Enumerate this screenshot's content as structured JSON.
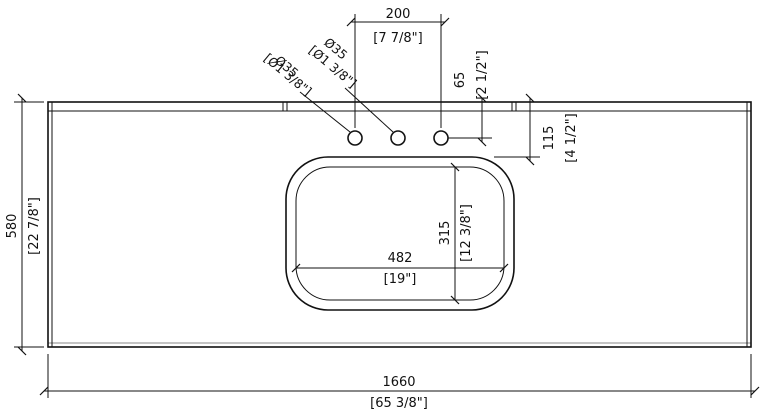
{
  "drawing": {
    "overall_width": {
      "mm": "1660",
      "inch": "[65 3/8\"]"
    },
    "overall_depth": {
      "mm": "580",
      "inch": "[22 7/8\"]"
    },
    "basin_width": {
      "mm": "482",
      "inch": "[19\"]"
    },
    "basin_depth": {
      "mm": "315",
      "inch": "[12 3/8\"]"
    },
    "tap_spacing": {
      "mm": "200",
      "inch": "[7 7/8\"]"
    },
    "hole_offset_back": {
      "mm": "65",
      "inch": "[2 1/2\"]"
    },
    "basin_offset_back": {
      "mm": "115",
      "inch": "[4 1/2\"]"
    },
    "hole_dia_1": {
      "mm": "Ø35",
      "inch": "[Ø1 3/8\"]"
    },
    "hole_dia_2": {
      "mm": "Ø35",
      "inch": "[Ø1 3/8\"]"
    }
  }
}
